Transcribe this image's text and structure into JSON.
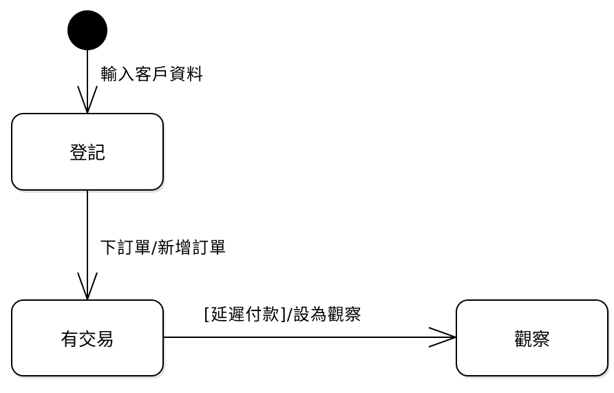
{
  "states": {
    "register": "登記",
    "has_transaction": "有交易",
    "observe": "觀察"
  },
  "transitions": {
    "initial_to_register": "輸入客戶資料",
    "register_to_has_transaction": "下訂單/新增訂單",
    "has_transaction_to_observe": "[延遲付款]/設為觀察"
  }
}
